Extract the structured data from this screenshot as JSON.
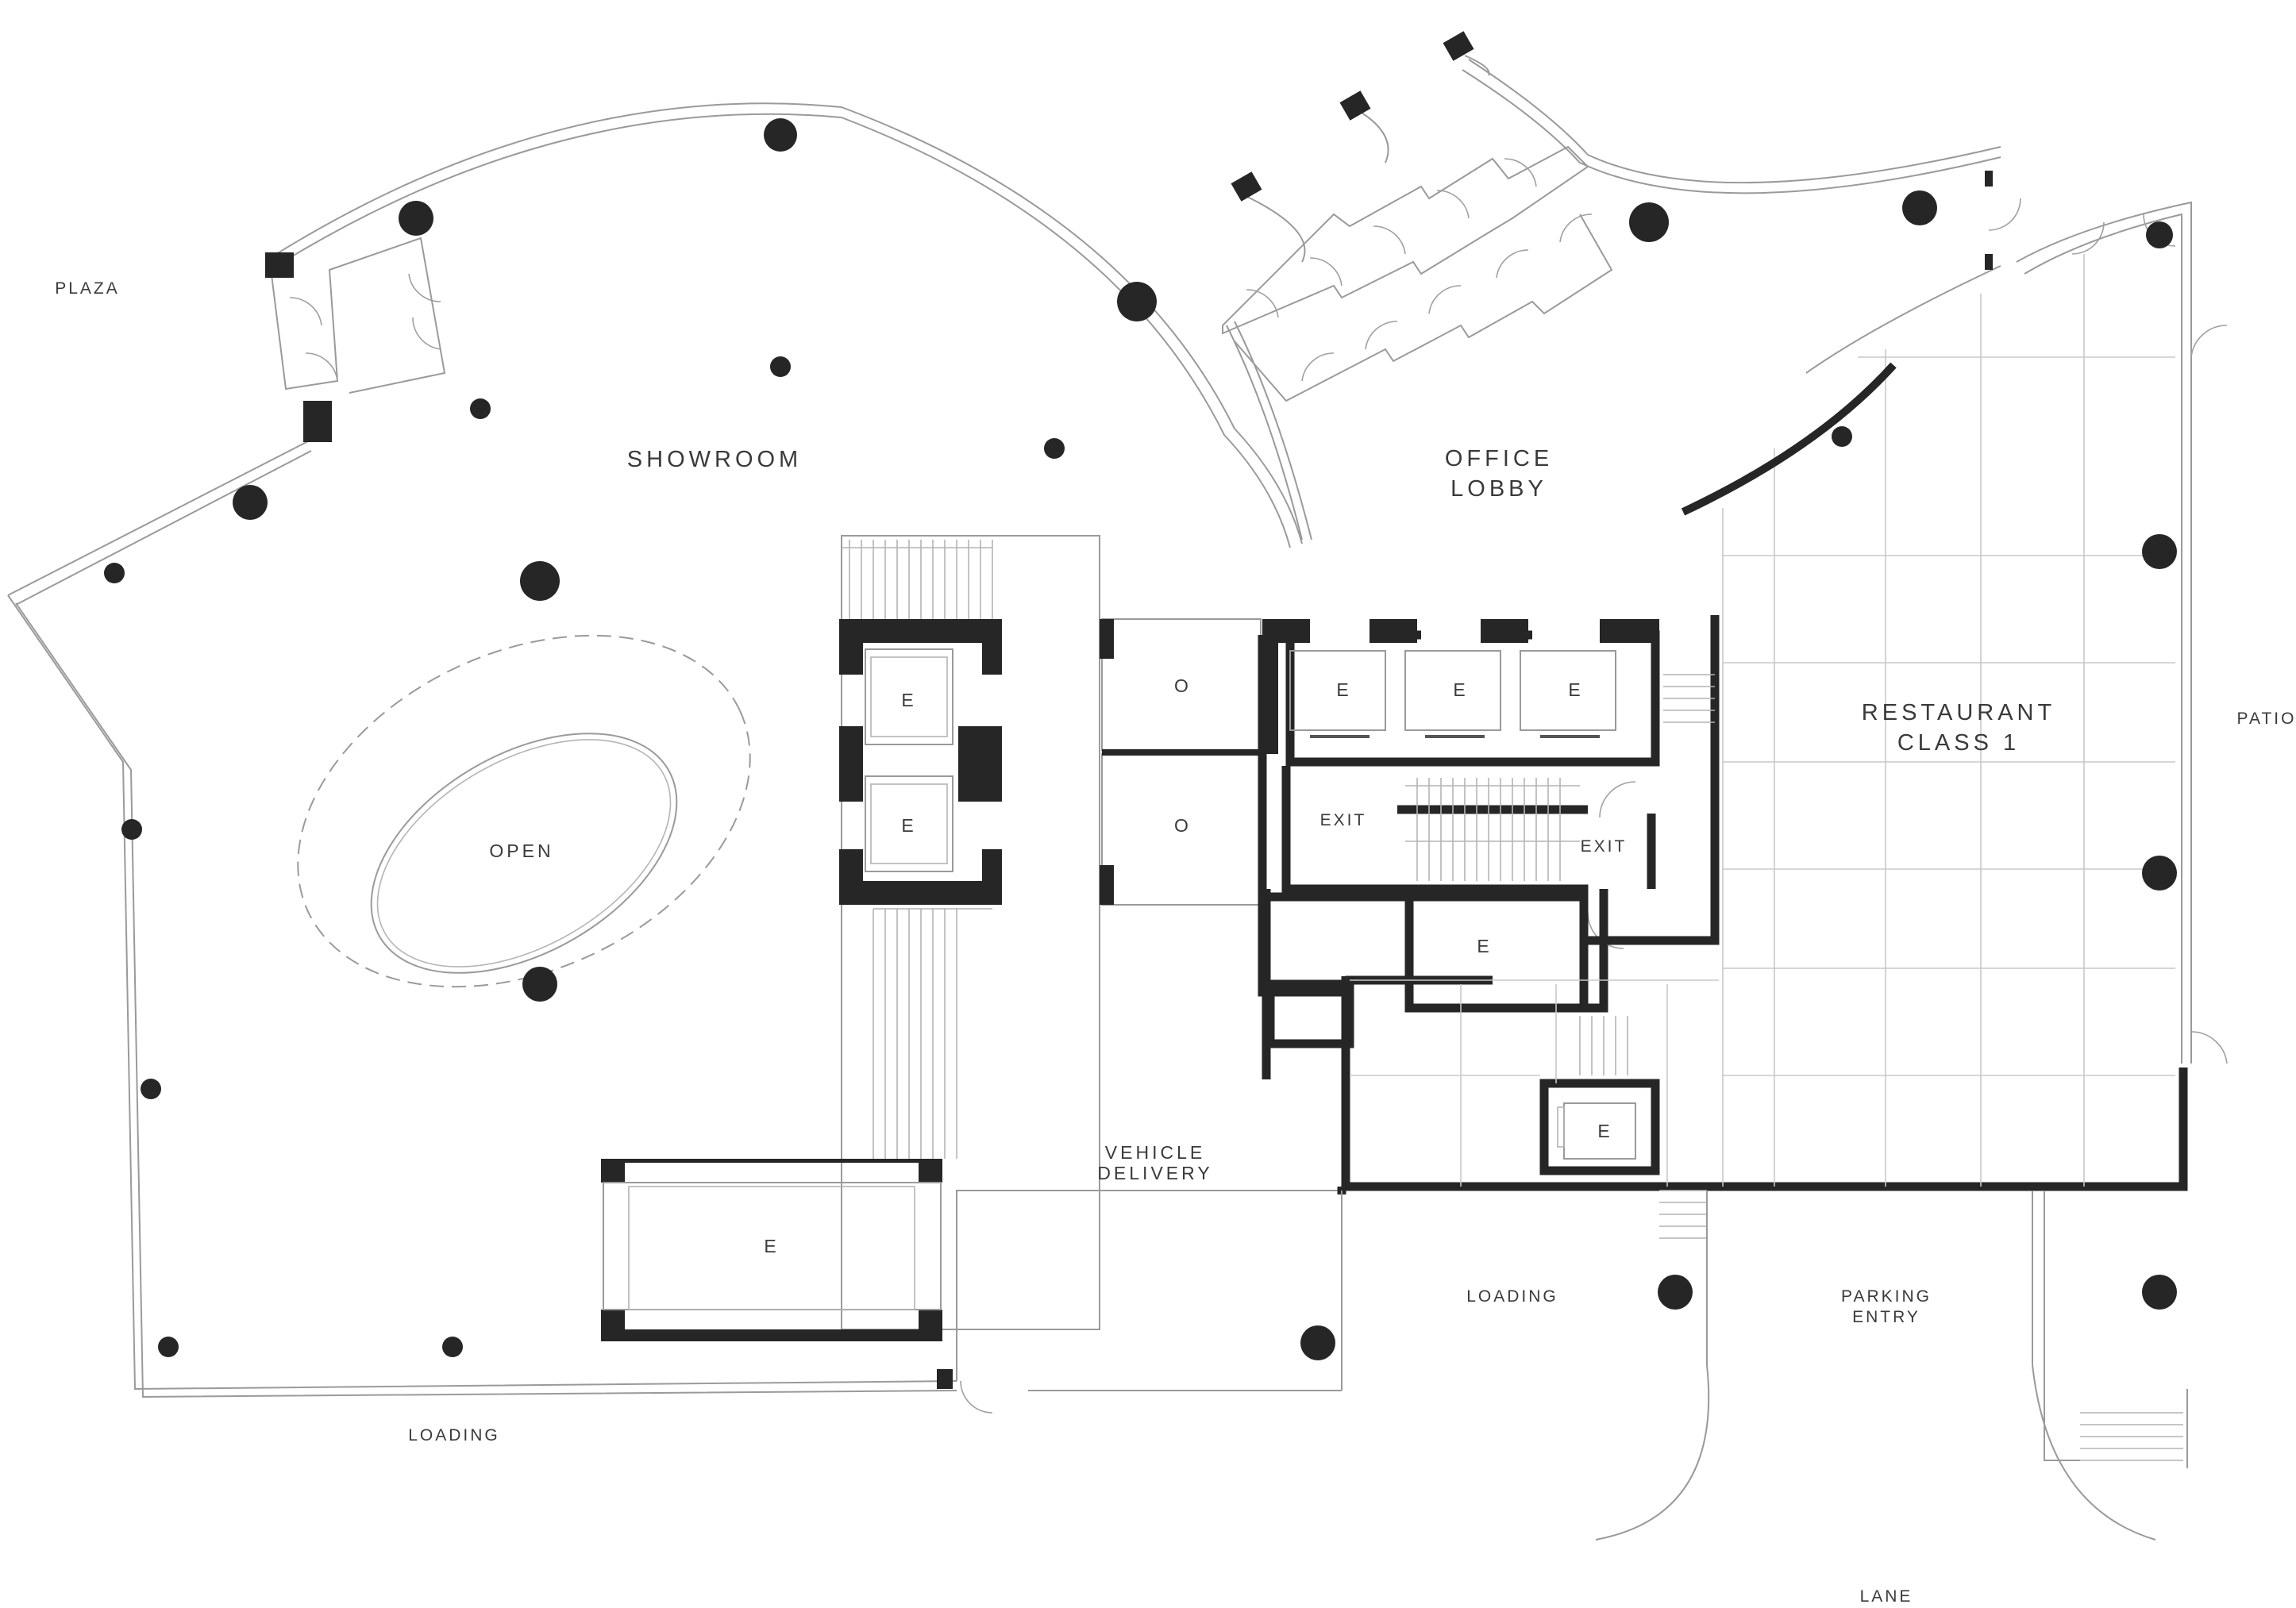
{
  "labels": {
    "plaza": "PLAZA",
    "showroom": "SHOWROOM",
    "office_lobby_line1": "OFFICE",
    "office_lobby_line2": "LOBBY",
    "restaurant_line1": "RESTAURANT",
    "restaurant_line2": "CLASS 1",
    "patio": "PATIO",
    "open": "OPEN",
    "vehicle_delivery_line1": "VEHICLE",
    "vehicle_delivery_line2": "DELIVERY",
    "loading_west": "LOADING",
    "loading_east": "LOADING",
    "parking_entry_line1": "PARKING",
    "parking_entry_line2": "ENTRY",
    "lane": "LANE",
    "exit_1": "EXIT",
    "exit_2": "EXIT",
    "elevator": "E",
    "office": "O"
  },
  "colors": {
    "wall": "#262626",
    "thin_line": "#9a9a9a",
    "grid": "#c8c8c8",
    "label": "#3a3a3a",
    "background": "#ffffff"
  }
}
